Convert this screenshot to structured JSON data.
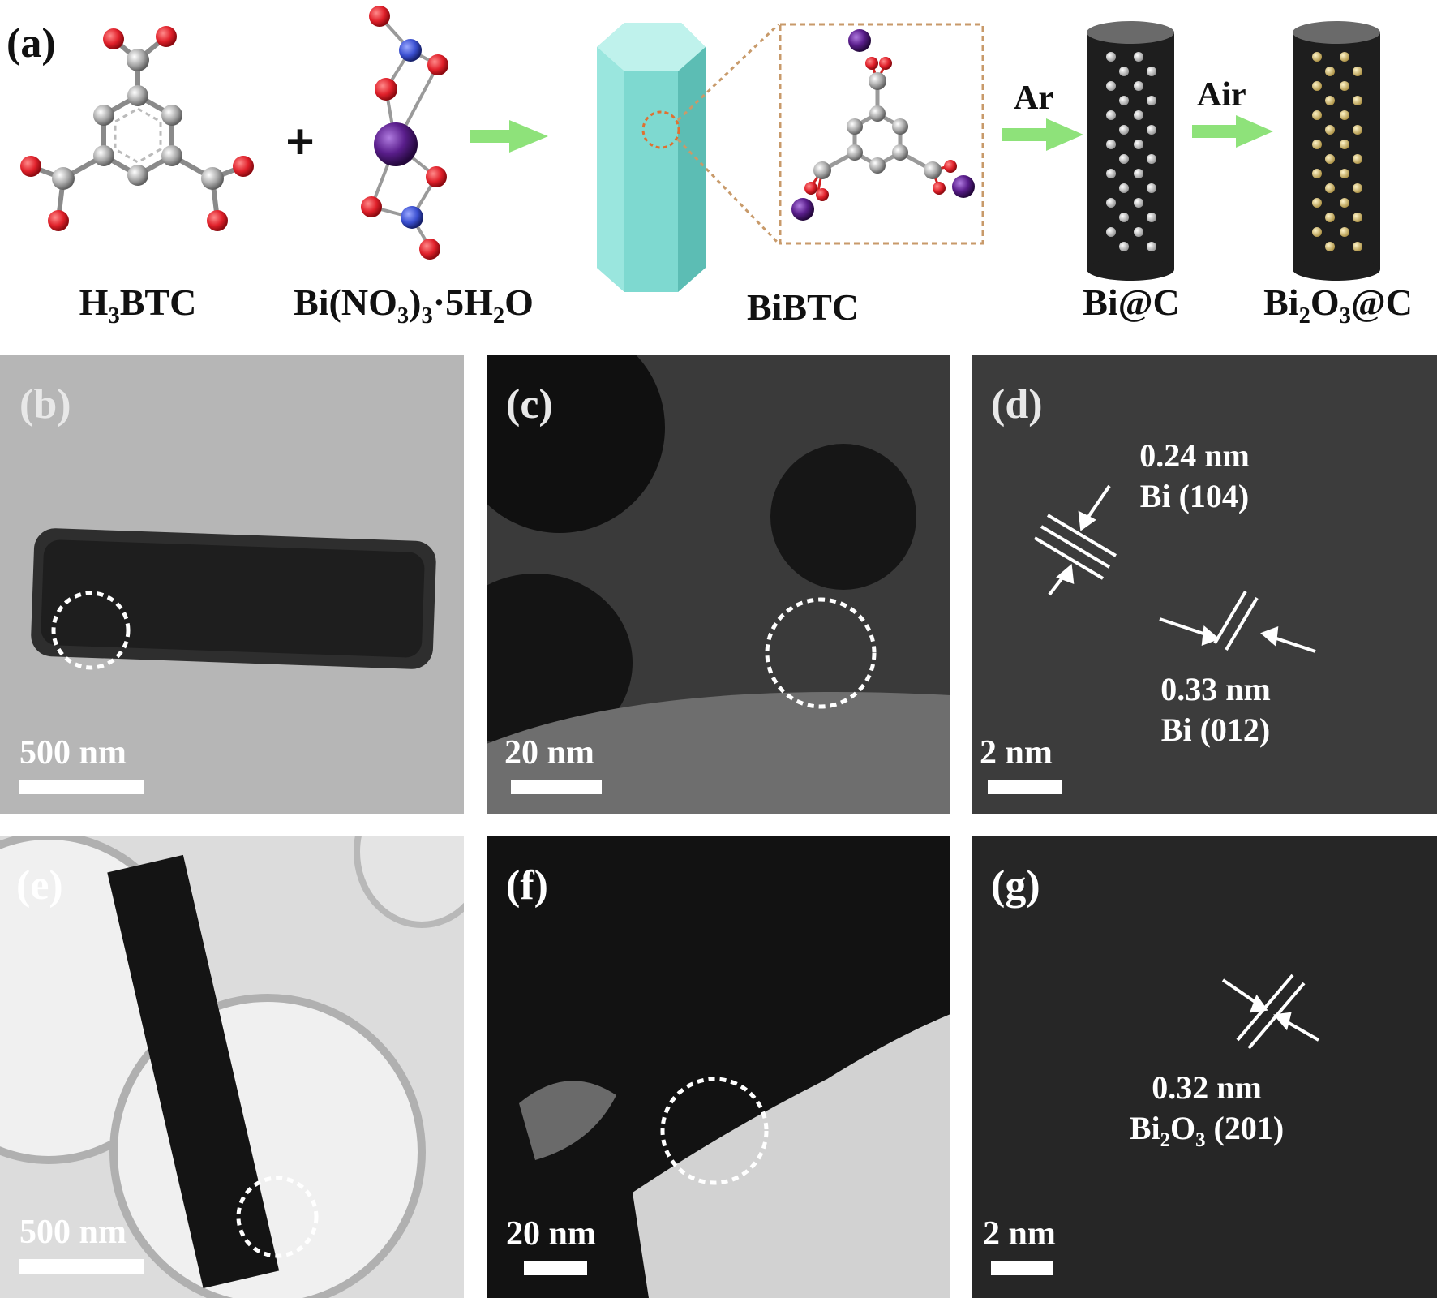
{
  "panel_a": {
    "letter": "(a)",
    "labels": {
      "h3btc": "H3BTC",
      "bino3": "Bi(NO3)3·5H2O",
      "bibtc": "BiBTC",
      "bic": "Bi@C",
      "bi2o3c": "Bi2O3@C"
    },
    "plus": "+",
    "arrow_ar": "Ar",
    "arrow_air": "Air",
    "colors": {
      "oxygen": "#e0202a",
      "carbon": "#a8a8a8",
      "nitrogen": "#3a4fd0",
      "bismuth": "#5a1e8c",
      "hexagon": "#7ed9d0",
      "arrow": "#8ee27a",
      "dotted_box": "#c89a6a"
    }
  },
  "panel_b": {
    "letter": "(b)",
    "scale": "500 nm"
  },
  "panel_c": {
    "letter": "(c)",
    "scale": "20 nm"
  },
  "panel_d": {
    "letter": "(d)",
    "scale": "2 nm",
    "spacing1": "0.24 nm",
    "plane1": "Bi (104)",
    "spacing2": "0.33 nm",
    "plane2": "Bi (012)"
  },
  "panel_e": {
    "letter": "(e)",
    "scale": "500 nm"
  },
  "panel_f": {
    "letter": "(f)",
    "scale": "20 nm"
  },
  "panel_g": {
    "letter": "(g)",
    "scale": "2 nm",
    "spacing": "0.32 nm",
    "plane": "Bi2O3 (201)"
  }
}
